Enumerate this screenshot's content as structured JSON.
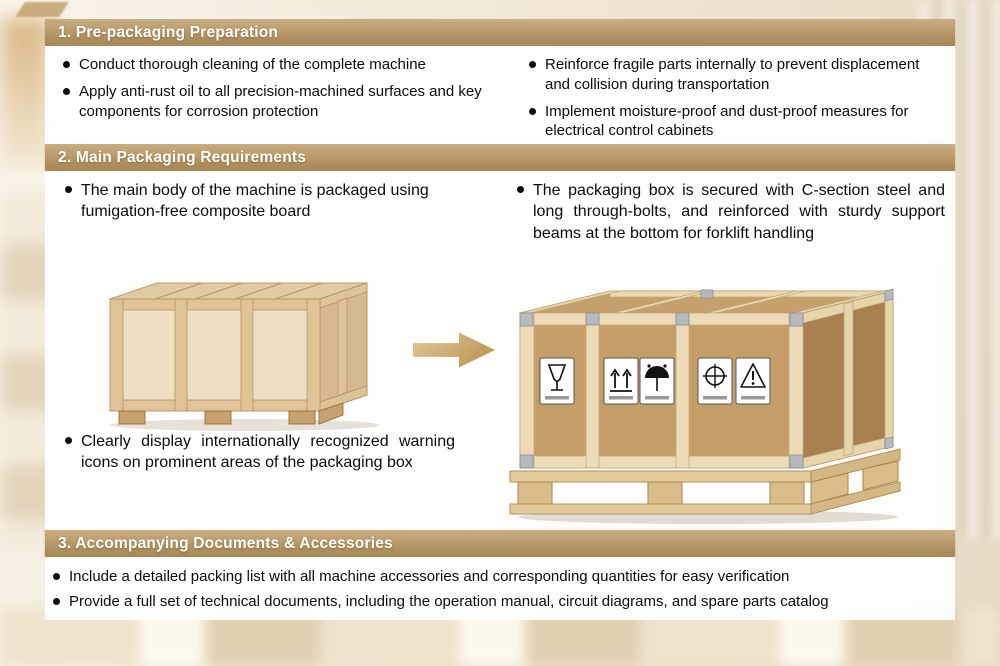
{
  "colors": {
    "header_bar": "#b0905f",
    "header_text": "#ffffff",
    "panel_bg": "rgba(255,255,255,0.93)",
    "arrow": "#c19a5c",
    "crate_wood_light": "#efdfc2",
    "crate_wood_frame": "#e0c498",
    "crate_panel_brown": "#c49d69",
    "metal_bracket": "#b6babe"
  },
  "sections": [
    {
      "title": "1. Pre-packaging Preparation",
      "left_bullets": [
        "Conduct thorough cleaning of the complete machine",
        "Apply anti-rust oil to all precision-machined surfaces and key components for corrosion protection"
      ],
      "right_bullets": [
        "Reinforce fragile parts internally to prevent displacement and collision during transportation",
        "Implement moisture-proof and dust-proof measures for electrical control cabinets"
      ]
    },
    {
      "title": "2. Main Packaging Requirements",
      "left_bullets": [
        "The main body of the machine is packaged using fumigation-free composite board",
        "Clearly display internationally recognized warning icons on prominent areas of the packaging box"
      ],
      "right_bullets": [
        "The packaging box is secured with C-section steel and long through-bolts, and reinforced with sturdy support beams at the bottom for forklift handling"
      ],
      "images": {
        "plain_crate": "plain wooden packaging crate on skids",
        "labeled_crate": "reinforced packaging crate with warning labels on a pallet",
        "warning_icons": [
          "fragile-icon",
          "this-way-up-icon",
          "keep-dry-icon",
          "center-of-gravity-icon",
          "caution-icon"
        ],
        "arrow_icon": "right-arrow-icon"
      }
    },
    {
      "title": "3. Accompanying Documents & Accessories",
      "bullets": [
        "Include a detailed packing list with all machine accessories and corresponding quantities for easy verification",
        "Provide a full set of technical documents, including the operation manual, circuit diagrams, and spare parts catalog"
      ]
    }
  ]
}
